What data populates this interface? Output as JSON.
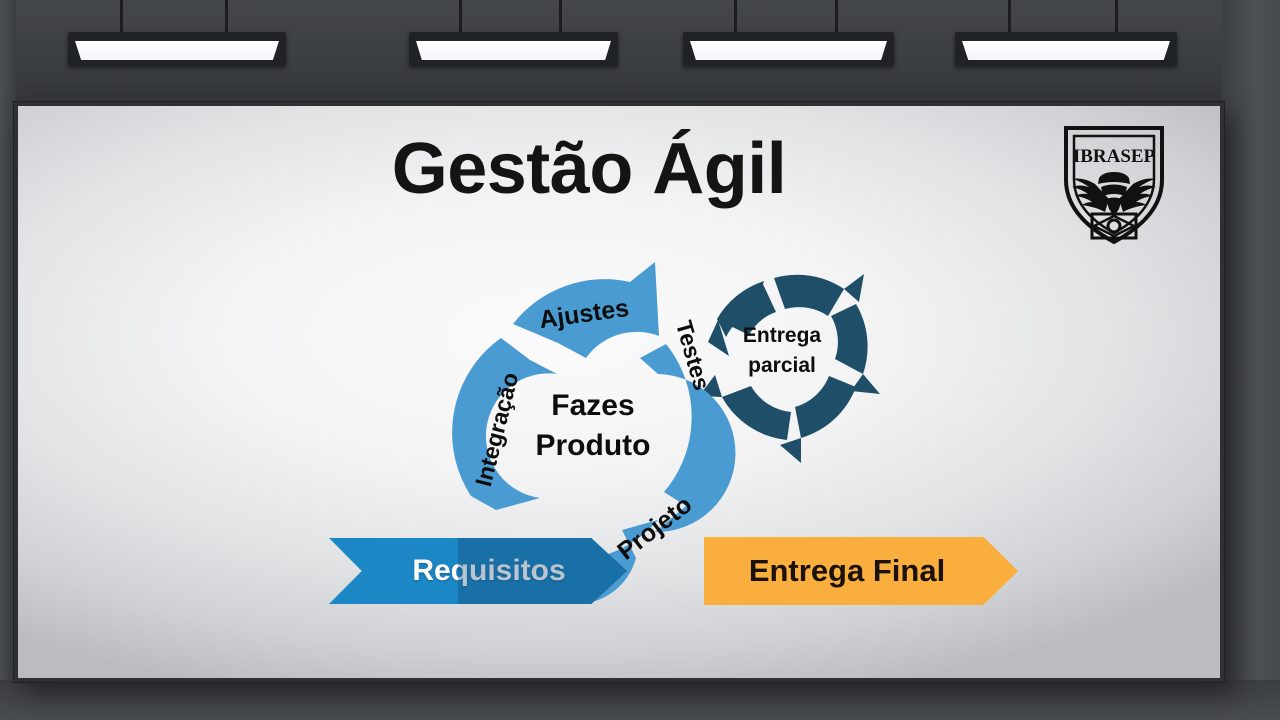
{
  "scene": {
    "room": "conference-room-with-projection-screen",
    "lights_count": 4,
    "frame_color": "#2e3133",
    "screen_bg": "#f2f3f4"
  },
  "slide": {
    "title": "Gestão Ágil",
    "logo": {
      "name": "IBRASEP",
      "wordmark": "IBRASEP",
      "shape": "shield-with-wings-and-emblem"
    }
  },
  "diagram": {
    "type": "agile-cycle",
    "center_label_line1": "Fazes",
    "center_label_line2": "Produto",
    "main_cycle_color": "#4A9BD1",
    "secondary_cycle_color": "#1F4E68",
    "segments": [
      {
        "label": "Ajustes",
        "position": "top",
        "rotation": -8,
        "color": "#4A9BD1"
      },
      {
        "label": "Integração",
        "position": "left",
        "rotation": -76,
        "color": "#4A9BD1"
      },
      {
        "label": "Testes",
        "position": "right",
        "rotation": 74,
        "color": "#4A9BD1"
      },
      {
        "label": "Projeto",
        "position": "bottom-right",
        "rotation": -38,
        "color": "#4A9BD1"
      }
    ],
    "secondary_cycle": {
      "label_line1": "Entrega",
      "label_line2": "parcial",
      "color": "#1F4E68",
      "segments": 5
    }
  },
  "banners": [
    {
      "label": "Requisitos",
      "color": "#1B87C5",
      "text_color": "#ffffff"
    },
    {
      "label": "Entrega Final",
      "color": "#F9AE3E",
      "text_color": "#1a1208"
    }
  ]
}
